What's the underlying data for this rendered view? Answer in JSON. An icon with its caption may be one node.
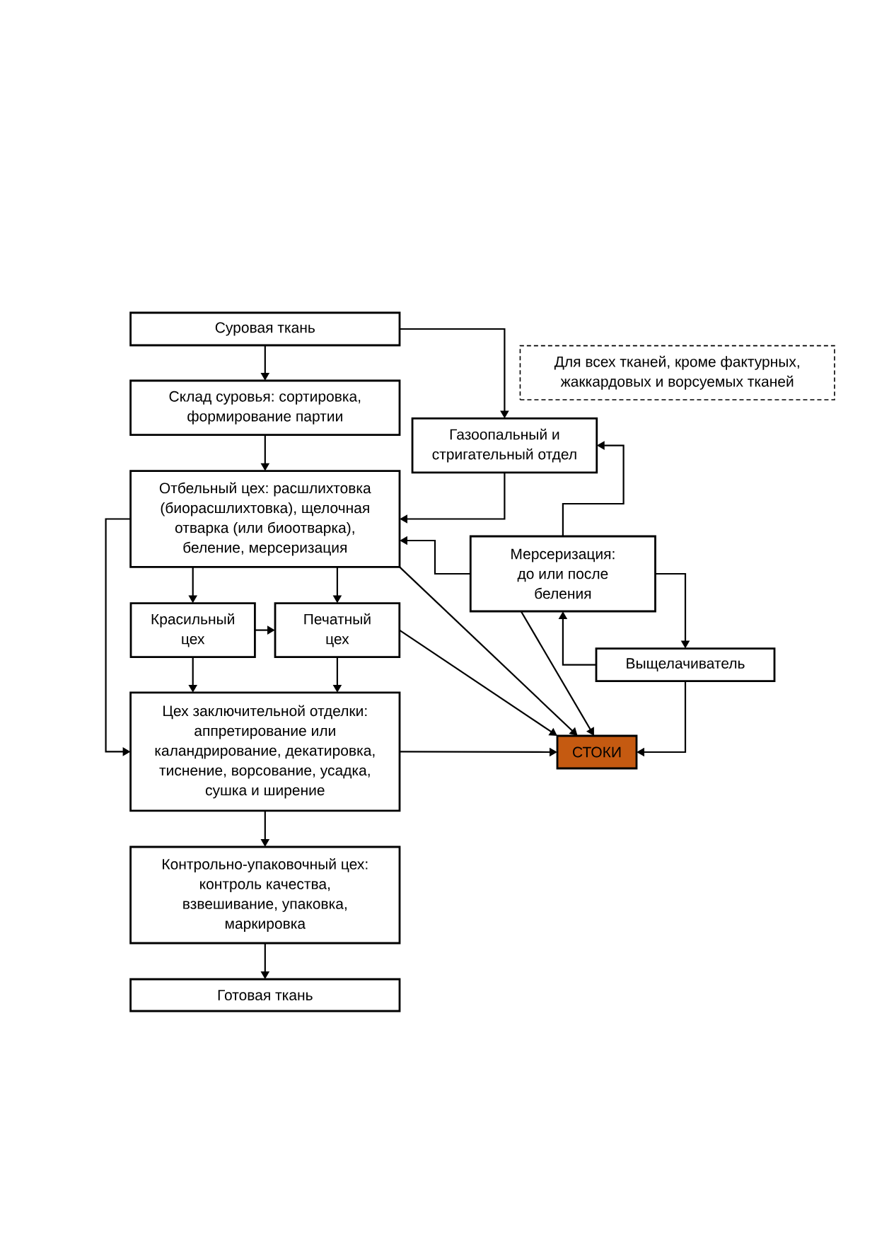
{
  "diagram": {
    "nodes": [
      {
        "text": [
          "Суровая ткань"
        ]
      },
      {
        "text": [
          "Для всех тканей, кроме фактурных, жаккардовых и ворсуемых тканей"
        ]
      },
      {
        "text": [
          "Склад суровья: сортировка, формирование партии"
        ]
      },
      {
        "text": [
          "Газоопальный и стригательный отдел"
        ]
      },
      {
        "text": [
          "Отбельный цех: расшлихтовка (биорасшлихтовка), щелочная отварка (или биоотварка), беление, мерсеризация"
        ]
      },
      {
        "text": [
          "Мерсеризация: до или после беления"
        ]
      },
      {
        "text": [
          "Красильный цех"
        ]
      },
      {
        "text": [
          "Печатный цех"
        ]
      },
      {
        "text": [
          "Выщелачиватель"
        ]
      },
      {
        "text": [
          "Цех заключительной отделки: аппретирование или каландрирование, декатировка, тиснение, ворсование, усадка, сушка и ширение"
        ]
      },
      {
        "text": [
          "СТОКИ"
        ]
      },
      {
        "text": [
          "Контрольно-упаковочный цех: контроль качества, взвешивание, упаковка, маркировка"
        ]
      },
      {
        "text": [
          "Готовая ткань"
        ]
      }
    ],
    "edges": [
      {
        "from": 0,
        "to": 2,
        "arrow": "to"
      },
      {
        "from": 0,
        "to": 3,
        "arrow": "to"
      },
      {
        "from": 2,
        "to": 4,
        "arrow": "to"
      },
      {
        "from": 3,
        "to": 4,
        "arrow": "to"
      },
      {
        "from": 5,
        "to": 3,
        "arrow": "to"
      },
      {
        "from": 5,
        "to": 4,
        "arrow": "to"
      },
      {
        "from": 5,
        "to": 8,
        "arrow": "to"
      },
      {
        "from": 8,
        "to": 5,
        "arrow": "to"
      },
      {
        "from": 4,
        "to": 6,
        "arrow": "to"
      },
      {
        "from": 4,
        "to": 7,
        "arrow": "to"
      },
      {
        "from": 6,
        "to": 7,
        "arrow": "to"
      },
      {
        "from": 4,
        "to": 9,
        "arrow": "to"
      },
      {
        "from": 4,
        "to": 10,
        "arrow": "to"
      },
      {
        "from": 5,
        "to": 10,
        "arrow": "to"
      },
      {
        "from": 7,
        "to": 10,
        "arrow": "to"
      },
      {
        "from": 6,
        "to": 9,
        "arrow": "to"
      },
      {
        "from": 7,
        "to": 9,
        "arrow": "to"
      },
      {
        "from": 9,
        "to": 10,
        "arrow": "to"
      },
      {
        "from": 8,
        "to": 10,
        "arrow": "to"
      },
      {
        "from": 9,
        "to": 11,
        "arrow": "to"
      },
      {
        "from": 11,
        "to": 12,
        "arrow": "to"
      }
    ]
  }
}
